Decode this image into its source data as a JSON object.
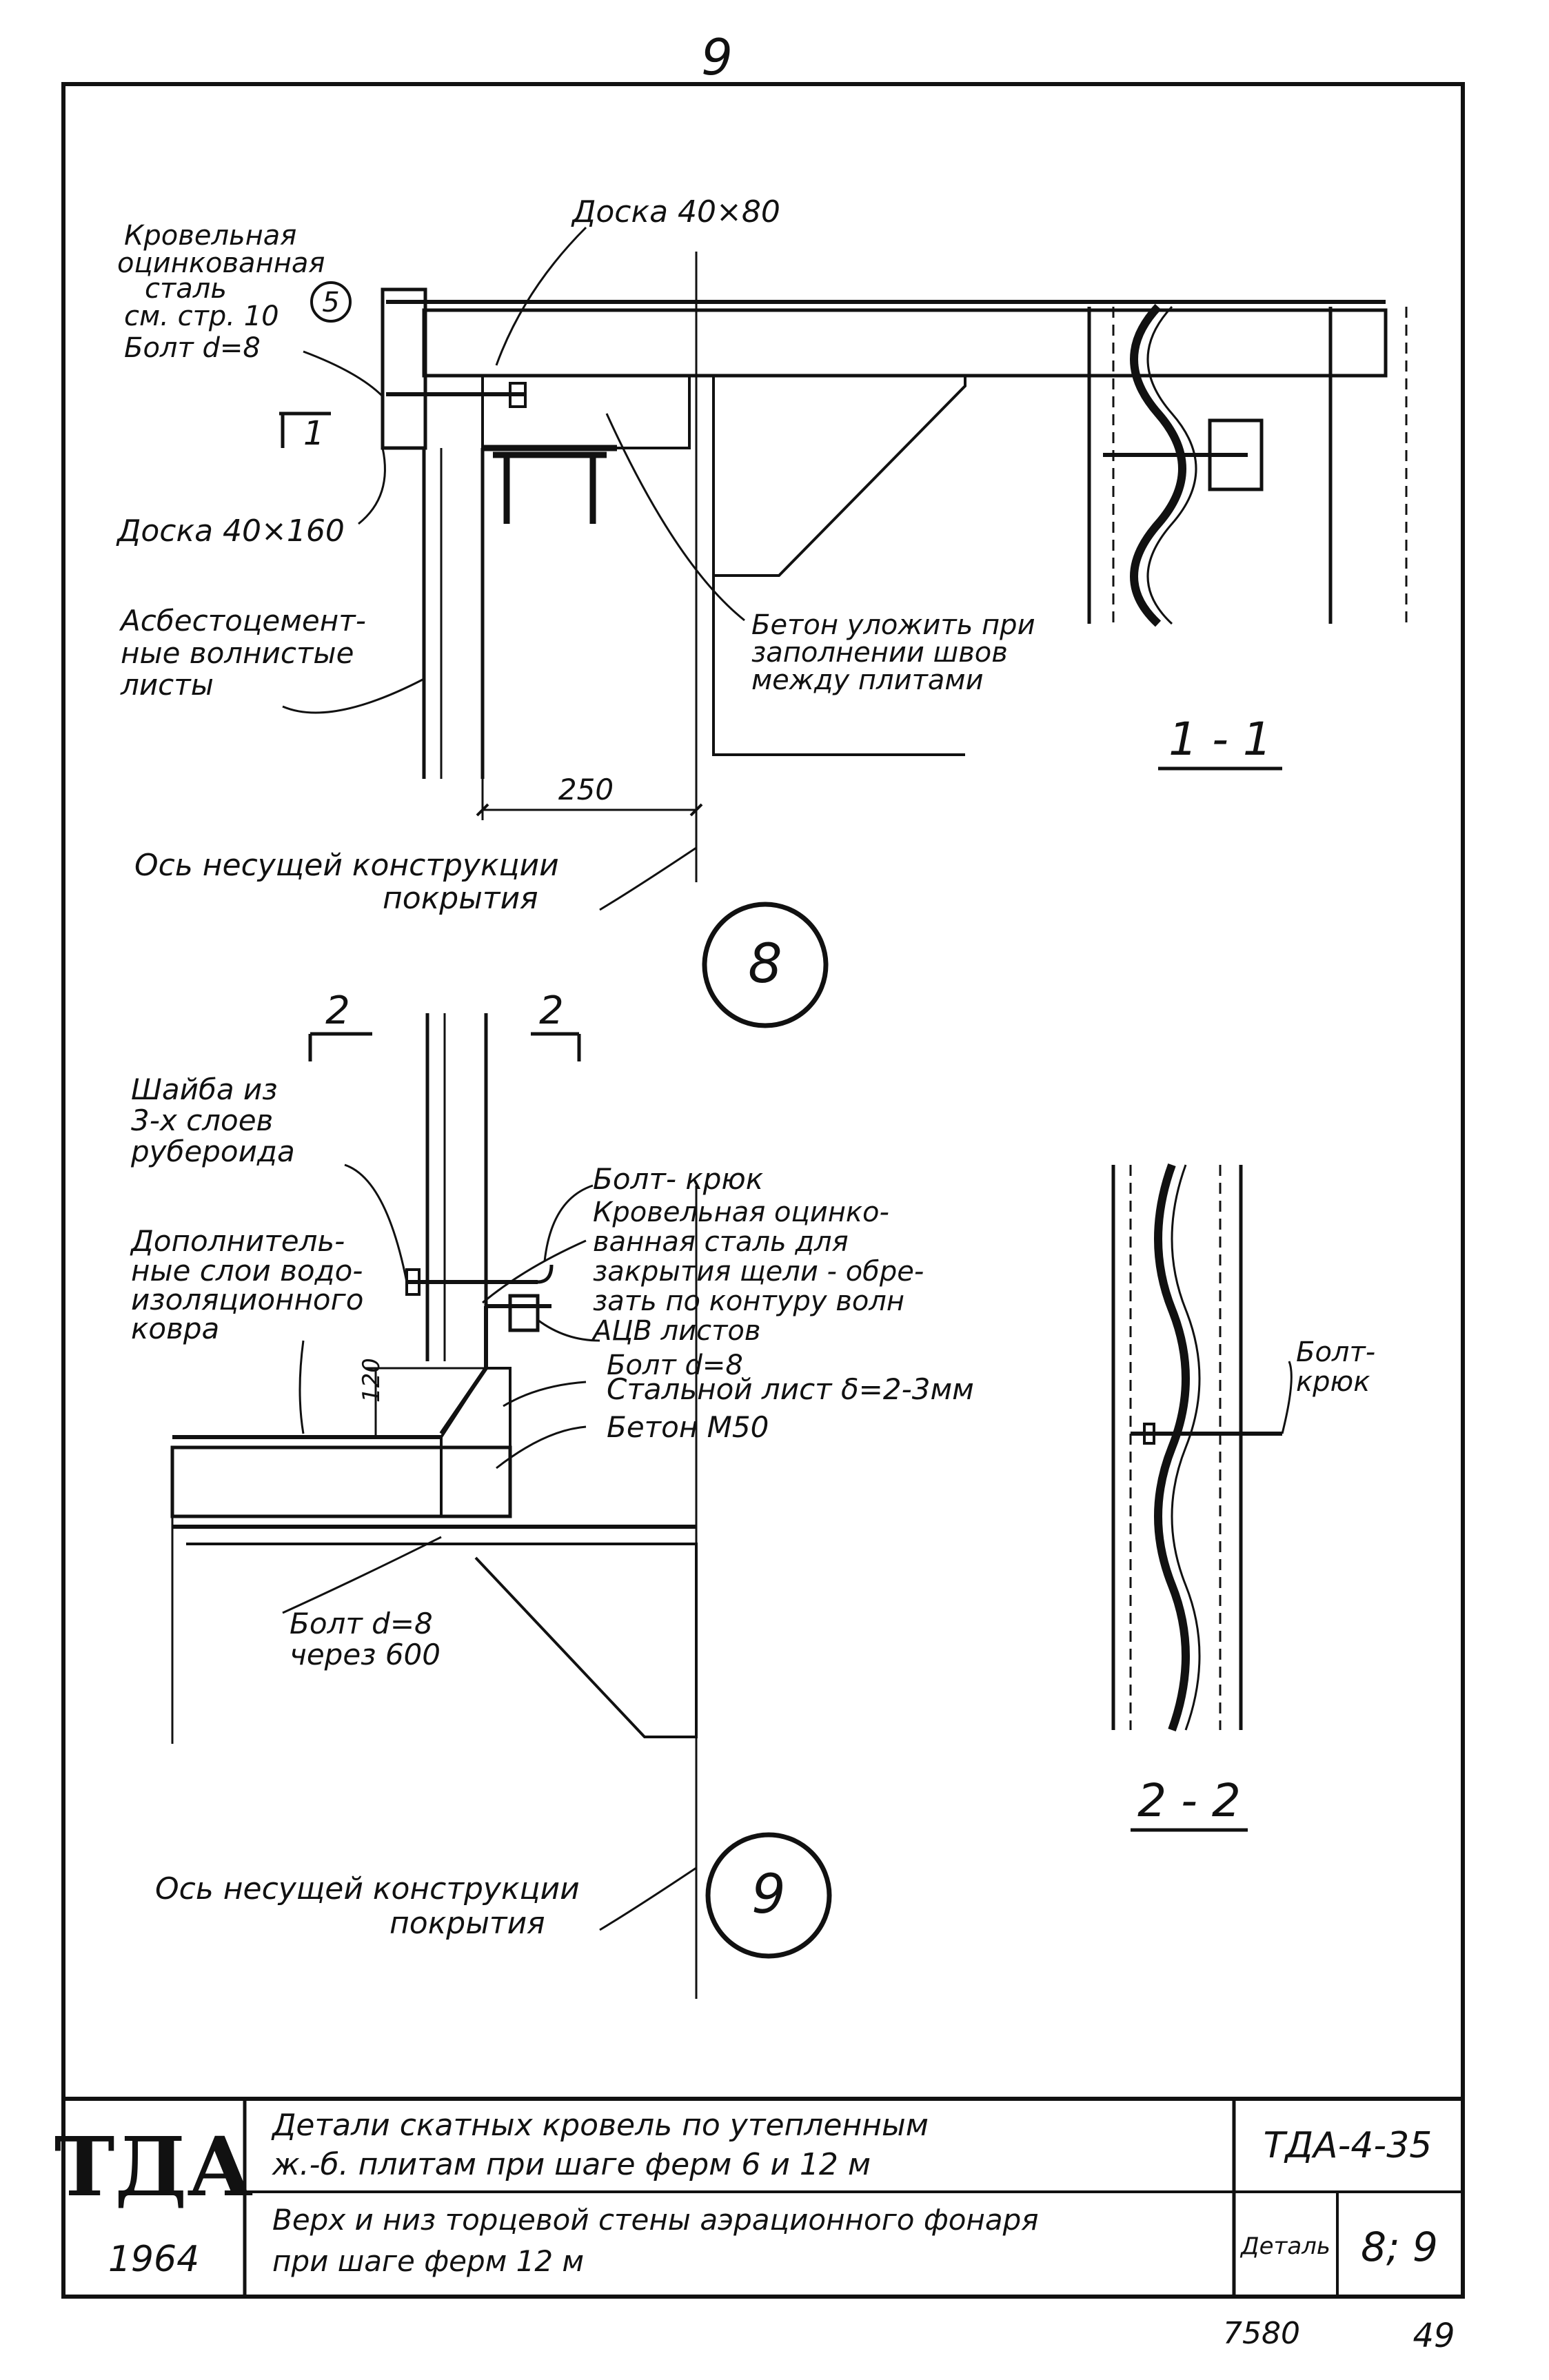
{
  "sheet": {
    "page_number": "9",
    "bottom_left_number": "7580",
    "bottom_right_number": "49"
  },
  "detail8": {
    "labels": {
      "roof_steel": [
        "Кровельная",
        "оцинкованная",
        "сталь",
        "см. стр. 10"
      ],
      "marker_5": "5",
      "bolt": "Болт d=8",
      "section_1": "1",
      "board_top": "Доска 40×80",
      "board_side": "Доска 40×160",
      "asbestos": [
        "Асбестоцемент-",
        "ные волнистые",
        "листы"
      ],
      "concrete": [
        "Бетон уложить при",
        "заполнении швов",
        "между плитами"
      ],
      "dim_250": "250",
      "axis": [
        "Ось несущей конструкции",
        "покрытия"
      ],
      "circle": "8"
    }
  },
  "section11": {
    "title": "1 - 1"
  },
  "detail9": {
    "labels": {
      "section_2_left": "2",
      "section_2_right": "2",
      "washer": [
        "Шайба из",
        "3-х слоев",
        "рубероида"
      ],
      "extra_layers": [
        "Дополнитель-",
        "ные слои водо-",
        "изоляционного",
        "ковра"
      ],
      "hook_bolt": "Болт- крюк",
      "roof_steel": [
        "Кровельная оцинко-",
        "ванная сталь для",
        "закрытия щели - обре-",
        "зать по контуру волн",
        "АЦВ листов"
      ],
      "bolt": "Болт d=8",
      "steel_sheet": "Стальной лист δ=2-3мм",
      "concrete": "Бетон М50",
      "dim_120": "120",
      "bolt_step": [
        "Болт d=8",
        "через 600"
      ],
      "axis": [
        "Ось несущей конструкции",
        "покрытия"
      ],
      "circle": "9"
    }
  },
  "section22": {
    "title": "2 - 2",
    "hook_label": [
      "Болт-",
      "крюк"
    ]
  },
  "title_block": {
    "logo": "ТДА",
    "year": "1964",
    "title_line_1": "Детали скатных кровель по утепленным",
    "title_line_2": "ж.-б. плитам при шаге ферм 6 и 12 м",
    "subtitle_line_1": "Верх и низ торцевой стены аэрационного фонаря",
    "subtitle_line_2": "при шаге ферм 12 м",
    "series_code": "ТДА-4-35",
    "detail_label": "Деталь",
    "detail_numbers": "8; 9"
  }
}
